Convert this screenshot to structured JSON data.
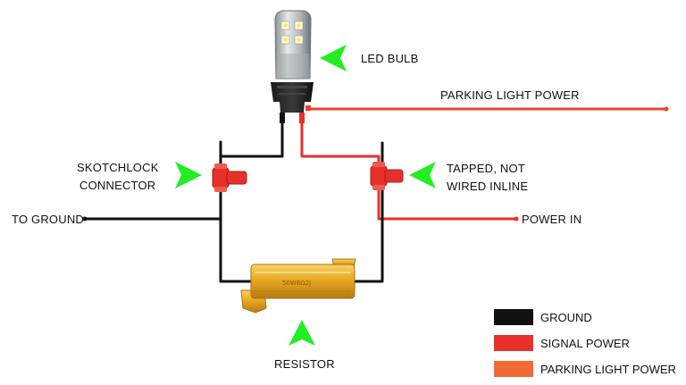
{
  "labels": {
    "led_bulb": "LED BULB",
    "parking_light_power": "PARKING LIGHT POWER",
    "skotchlock_line1": "SKOTCHLOCK",
    "skotchlock_line2": "CONNECTOR",
    "tapped_line1": "TAPPED, NOT",
    "tapped_line2": "WIRED INLINE",
    "to_ground": "TO GROUND",
    "power_in": "POWER IN",
    "resistor": "RESISTOR",
    "resistor_marking": "50W6Ω2J"
  },
  "legend": {
    "items": [
      {
        "label": "GROUND",
        "color": "#111111"
      },
      {
        "label": "SIGNAL POWER",
        "color": "#e8302a"
      },
      {
        "label": "PARKING LIGHT POWER",
        "color": "#f26a35"
      }
    ]
  },
  "colors": {
    "ground_wire": "#111111",
    "signal_wire": "#e8302a",
    "parking_wire": "#e8452a",
    "arrow": "#22ee22",
    "resistor_gold": "#e8a922",
    "connector_red": "#e8302a"
  },
  "icons": {
    "arrow": "green-arrow-icon",
    "bulb": "led-bulb-icon",
    "connector": "scotchlok-connector-icon",
    "resistor": "resistor-icon"
  }
}
